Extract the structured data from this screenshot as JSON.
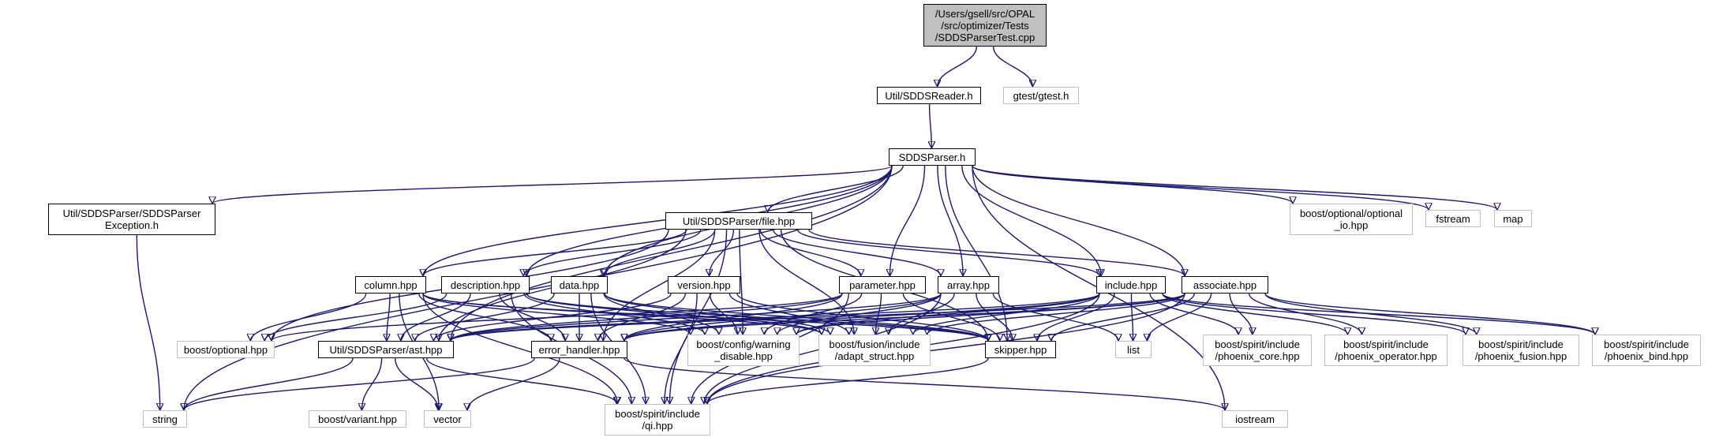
{
  "colors": {
    "edge": "#191970",
    "node_border": "#000000",
    "external_border": "#bfbfbf",
    "root_fill": "#bfbfbf"
  },
  "nodes": {
    "root": {
      "lines": [
        "/Users/gsell/src/OPAL",
        "/src/optimizer/Tests",
        "/SDDSParserTest.cpp"
      ]
    },
    "sddsreader": {
      "lines": [
        "Util/SDDSReader.h"
      ]
    },
    "gtest": {
      "lines": [
        "gtest/gtest.h"
      ]
    },
    "sddsparser": {
      "lines": [
        "SDDSParser.h"
      ]
    },
    "exception": {
      "lines": [
        "Util/SDDSParser/SDDSParser",
        "Exception.h"
      ]
    },
    "file": {
      "lines": [
        "Util/SDDSParser/file.hpp"
      ]
    },
    "optional_io": {
      "lines": [
        "boost/optional/optional",
        "_io.hpp"
      ]
    },
    "fstream": {
      "lines": [
        "fstream"
      ]
    },
    "map": {
      "lines": [
        "map"
      ]
    },
    "column": {
      "lines": [
        "column.hpp"
      ]
    },
    "description": {
      "lines": [
        "description.hpp"
      ]
    },
    "data": {
      "lines": [
        "data.hpp"
      ]
    },
    "version": {
      "lines": [
        "version.hpp"
      ]
    },
    "parameter": {
      "lines": [
        "parameter.hpp"
      ]
    },
    "array": {
      "lines": [
        "array.hpp"
      ]
    },
    "include": {
      "lines": [
        "include.hpp"
      ]
    },
    "associate": {
      "lines": [
        "associate.hpp"
      ]
    },
    "optional": {
      "lines": [
        "boost/optional.hpp"
      ]
    },
    "ast": {
      "lines": [
        "Util/SDDSParser/ast.hpp"
      ]
    },
    "error_handler": {
      "lines": [
        "error_handler.hpp"
      ]
    },
    "warning_disable": {
      "lines": [
        "boost/config/warning",
        "_disable.hpp"
      ]
    },
    "adapt_struct": {
      "lines": [
        "boost/fusion/include",
        "/adapt_struct.hpp"
      ]
    },
    "skipper": {
      "lines": [
        "skipper.hpp"
      ]
    },
    "list": {
      "lines": [
        "list"
      ]
    },
    "phoenix_core": {
      "lines": [
        "boost/spirit/include",
        "/phoenix_core.hpp"
      ]
    },
    "phoenix_operator": {
      "lines": [
        "boost/spirit/include",
        "/phoenix_operator.hpp"
      ]
    },
    "phoenix_fusion": {
      "lines": [
        "boost/spirit/include",
        "/phoenix_fusion.hpp"
      ]
    },
    "phoenix_bind": {
      "lines": [
        "boost/spirit/include",
        "/phoenix_bind.hpp"
      ]
    },
    "string": {
      "lines": [
        "string"
      ]
    },
    "variant": {
      "lines": [
        "boost/variant.hpp"
      ]
    },
    "vector": {
      "lines": [
        "vector"
      ]
    },
    "qi": {
      "lines": [
        "boost/spirit/include",
        "/qi.hpp"
      ]
    },
    "iostream": {
      "lines": [
        "iostream"
      ]
    }
  }
}
